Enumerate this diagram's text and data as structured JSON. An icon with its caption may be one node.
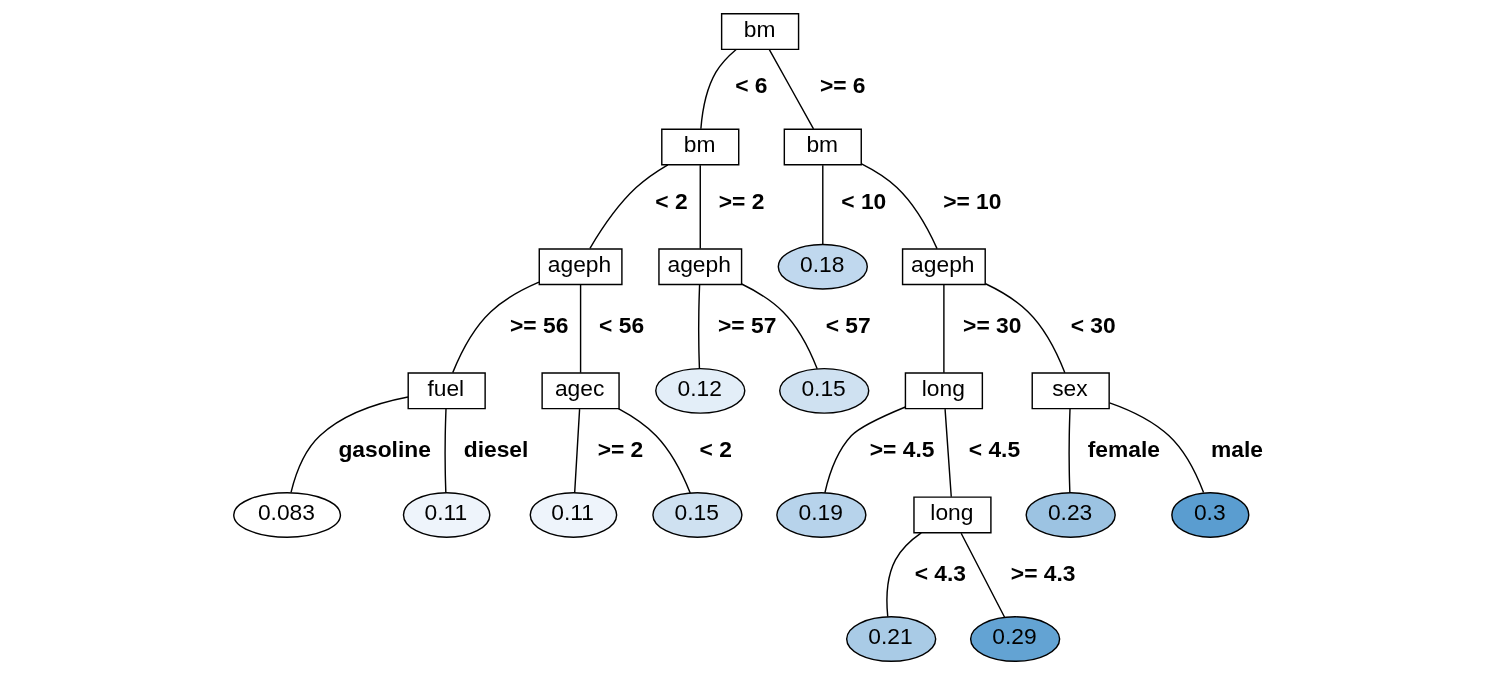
{
  "diagram": {
    "nodes": [
      {
        "text": [
          "bm"
        ]
      },
      {
        "text": [
          "bm"
        ]
      },
      {
        "text": [
          "bm"
        ]
      },
      {
        "text": [
          "ageph"
        ]
      },
      {
        "text": [
          "ageph"
        ]
      },
      {
        "text": [
          "0.18"
        ]
      },
      {
        "text": [
          "ageph"
        ]
      },
      {
        "text": [
          "fuel"
        ]
      },
      {
        "text": [
          "agec"
        ]
      },
      {
        "text": [
          "0.12"
        ]
      },
      {
        "text": [
          "0.15"
        ]
      },
      {
        "text": [
          "long"
        ]
      },
      {
        "text": [
          "sex"
        ]
      },
      {
        "text": [
          "0.083"
        ]
      },
      {
        "text": [
          "0.11"
        ]
      },
      {
        "text": [
          "0.11"
        ]
      },
      {
        "text": [
          "0.15"
        ]
      },
      {
        "text": [
          "0.19"
        ]
      },
      {
        "text": [
          "long"
        ]
      },
      {
        "text": [
          "0.23"
        ]
      },
      {
        "text": [
          "0.3"
        ]
      },
      {
        "text": [
          "0.21"
        ]
      },
      {
        "text": [
          "0.29"
        ]
      }
    ],
    "edges": [
      {
        "from": 0,
        "to": 1,
        "arrow": "none",
        "label": "< 6"
      },
      {
        "from": 0,
        "to": 2,
        "arrow": "none",
        "label": ">= 6"
      },
      {
        "from": 1,
        "to": 3,
        "arrow": "none",
        "label": "< 2"
      },
      {
        "from": 1,
        "to": 4,
        "arrow": "none",
        "label": ">= 2"
      },
      {
        "from": 2,
        "to": 5,
        "arrow": "none",
        "label": "< 10"
      },
      {
        "from": 2,
        "to": 6,
        "arrow": "none",
        "label": ">= 10"
      },
      {
        "from": 3,
        "to": 7,
        "arrow": "none",
        "label": ">= 56"
      },
      {
        "from": 3,
        "to": 8,
        "arrow": "none",
        "label": "< 56"
      },
      {
        "from": 4,
        "to": 9,
        "arrow": "none",
        "label": ">= 57"
      },
      {
        "from": 4,
        "to": 10,
        "arrow": "none",
        "label": "< 57"
      },
      {
        "from": 6,
        "to": 11,
        "arrow": "none",
        "label": ">= 30"
      },
      {
        "from": 6,
        "to": 12,
        "arrow": "none",
        "label": "< 30"
      },
      {
        "from": 7,
        "to": 13,
        "arrow": "none",
        "label": "gasoline"
      },
      {
        "from": 7,
        "to": 14,
        "arrow": "none",
        "label": "diesel"
      },
      {
        "from": 8,
        "to": 15,
        "arrow": "none",
        "label": ">= 2"
      },
      {
        "from": 8,
        "to": 16,
        "arrow": "none",
        "label": "< 2"
      },
      {
        "from": 11,
        "to": 17,
        "arrow": "none",
        "label": ">= 4.5"
      },
      {
        "from": 11,
        "to": 18,
        "arrow": "none",
        "label": "< 4.5"
      },
      {
        "from": 12,
        "to": 19,
        "arrow": "none",
        "label": "female"
      },
      {
        "from": 12,
        "to": 20,
        "arrow": "none",
        "label": "male"
      },
      {
        "from": 18,
        "to": 21,
        "arrow": "none",
        "label": "< 4.3"
      },
      {
        "from": 18,
        "to": 22,
        "arrow": "none",
        "label": ">= 4.3"
      }
    ]
  }
}
